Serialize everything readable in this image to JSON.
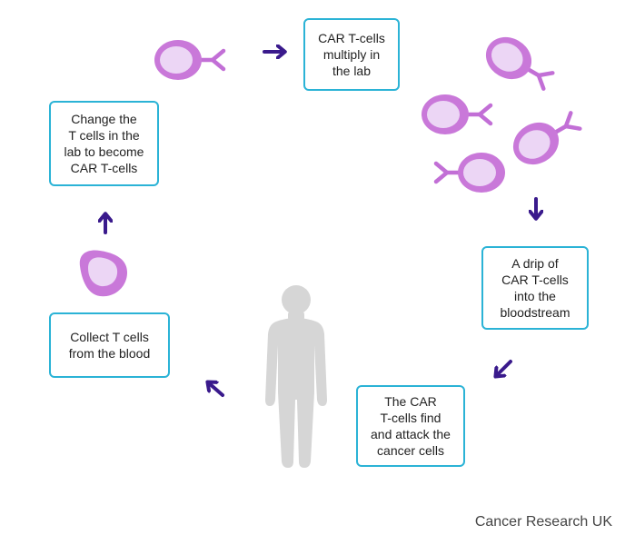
{
  "steps": {
    "multiply": "CAR T-cells\nmultiply in\nthe lab",
    "change": "Change the\nT cells in the\nlab to become\nCAR T-cells",
    "drip": "A drip of\nCAR T-cells\ninto the\nbloodstream",
    "collect": "Collect T cells\nfrom the blood",
    "find": "The CAR\nT-cells find\nand attack the\ncancer cells"
  },
  "credit": "Cancer Research UK",
  "colors": {
    "box_border": "#2bb3d6",
    "arrow": "#3a1a8c",
    "cell_outer": "#c978d9",
    "cell_inner": "#ecd6f5",
    "receptor": "#c26fd6",
    "person": "#d6d6d6"
  },
  "icons": [
    "t-cell-icon",
    "car-t-cell-icon",
    "arrow-icon",
    "person-silhouette-icon"
  ]
}
